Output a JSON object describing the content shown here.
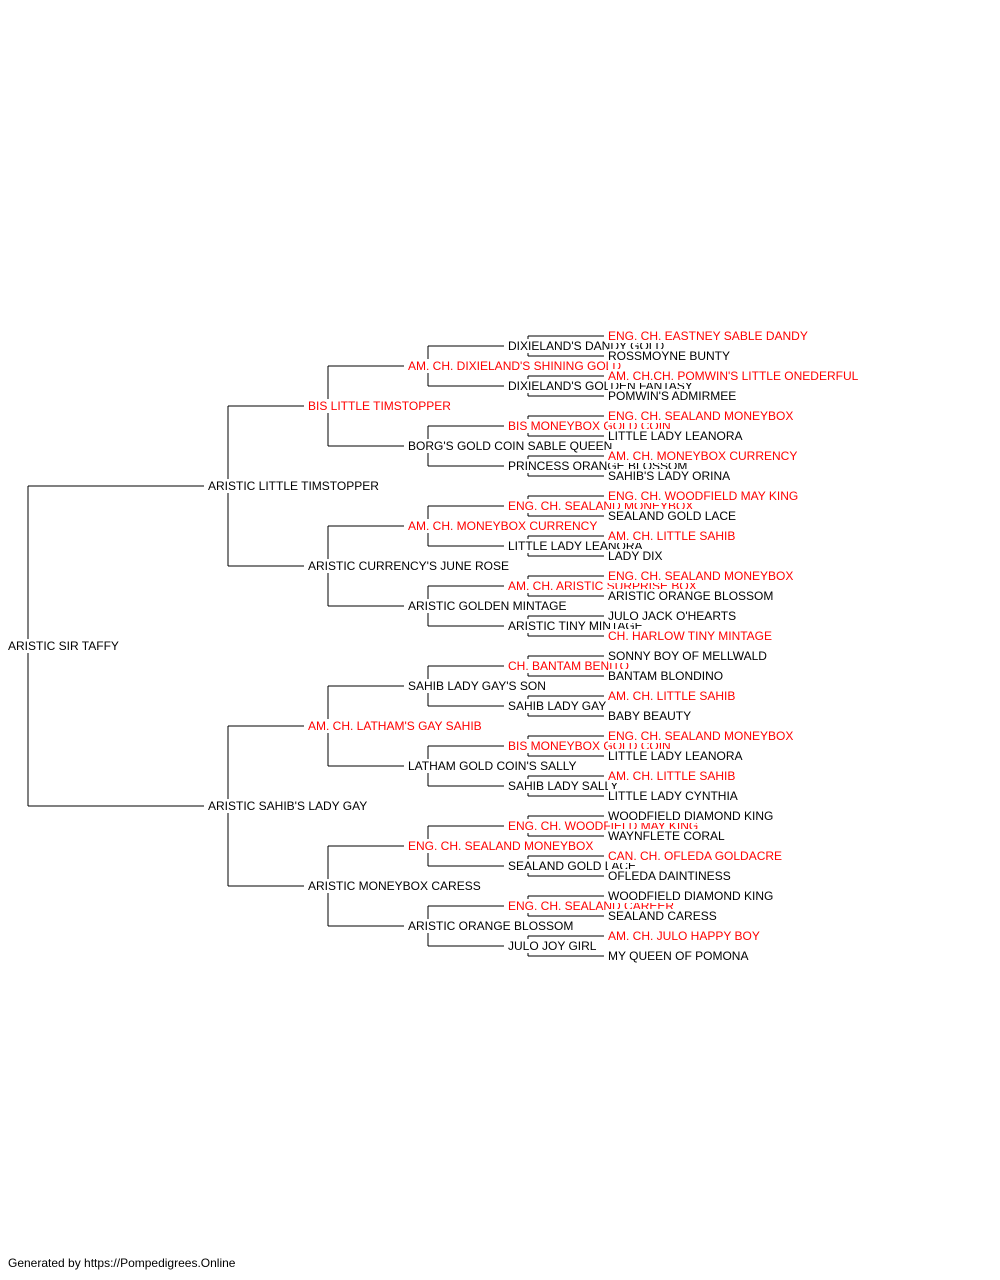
{
  "colors": {
    "champion": "#ff0000",
    "regular": "#000000",
    "line": "#000000"
  },
  "pedigree": {
    "name": "ARISTIC SIR TAFFY",
    "champion": false,
    "sire": {
      "name": "ARISTIC LITTLE TIMSTOPPER",
      "champion": false,
      "sire": {
        "name": "BIS LITTLE TIMSTOPPER",
        "champion": true,
        "sire": {
          "name": "AM. CH. DIXIELAND'S SHINING GOLD",
          "champion": true,
          "sire": {
            "name": "DIXIELAND'S DANDY GOLD",
            "champion": false,
            "sire": {
              "name": "ENG. CH. EASTNEY SABLE DANDY",
              "champion": true
            },
            "dam": {
              "name": "ROSSMOYNE BUNTY",
              "champion": false
            }
          },
          "dam": {
            "name": "DIXIELAND'S GOLDEN FANTASY",
            "champion": false,
            "sire": {
              "name": "AM. CH.CH. POMWIN'S LITTLE ONEDERFUL",
              "champion": true
            },
            "dam": {
              "name": "POMWIN'S ADMIRMEE",
              "champion": false
            }
          }
        },
        "dam": {
          "name": "BORG'S GOLD COIN SABLE QUEEN",
          "champion": false,
          "sire": {
            "name": "BIS MONEYBOX GOLD COIN",
            "champion": true,
            "sire": {
              "name": "ENG. CH. SEALAND MONEYBOX",
              "champion": true
            },
            "dam": {
              "name": "LITTLE LADY LEANORA",
              "champion": false
            }
          },
          "dam": {
            "name": "PRINCESS ORANGE BLOSSOM",
            "champion": false,
            "sire": {
              "name": "AM. CH. MONEYBOX CURRENCY",
              "champion": true
            },
            "dam": {
              "name": "SAHIB'S LADY ORINA",
              "champion": false
            }
          }
        }
      },
      "dam": {
        "name": "ARISTIC CURRENCY'S JUNE ROSE",
        "champion": false,
        "sire": {
          "name": "AM. CH. MONEYBOX CURRENCY",
          "champion": true,
          "sire": {
            "name": "ENG. CH. SEALAND MONEYBOX",
            "champion": true,
            "sire": {
              "name": "ENG. CH. WOODFIELD MAY KING",
              "champion": true
            },
            "dam": {
              "name": "SEALAND GOLD LACE",
              "champion": false
            }
          },
          "dam": {
            "name": "LITTLE LADY LEANORA",
            "champion": false,
            "sire": {
              "name": "AM. CH. LITTLE SAHIB",
              "champion": true
            },
            "dam": {
              "name": "LADY DIX",
              "champion": false
            }
          }
        },
        "dam": {
          "name": "ARISTIC GOLDEN MINTAGE",
          "champion": false,
          "sire": {
            "name": "AM. CH. ARISTIC SURPRISE BOX",
            "champion": true,
            "sire": {
              "name": "ENG. CH. SEALAND MONEYBOX",
              "champion": true
            },
            "dam": {
              "name": "ARISTIC ORANGE BLOSSOM",
              "champion": false
            }
          },
          "dam": {
            "name": "ARISTIC TINY MINTAGE",
            "champion": false,
            "sire": {
              "name": "JULO JACK O'HEARTS",
              "champion": false
            },
            "dam": {
              "name": "CH. HARLOW TINY MINTAGE",
              "champion": true
            }
          }
        }
      }
    },
    "dam": {
      "name": "ARISTIC SAHIB'S LADY GAY",
      "champion": false,
      "sire": {
        "name": "AM. CH. LATHAM'S GAY SAHIB",
        "champion": true,
        "sire": {
          "name": "SAHIB LADY GAY'S SON",
          "champion": false,
          "sire": {
            "name": "CH. BANTAM BENITO",
            "champion": true,
            "sire": {
              "name": "SONNY BOY OF MELLWALD",
              "champion": false
            },
            "dam": {
              "name": "BANTAM BLONDINO",
              "champion": false
            }
          },
          "dam": {
            "name": "SAHIB LADY GAY",
            "champion": false,
            "sire": {
              "name": "AM. CH. LITTLE SAHIB",
              "champion": true
            },
            "dam": {
              "name": "BABY BEAUTY",
              "champion": false
            }
          }
        },
        "dam": {
          "name": "LATHAM GOLD COIN'S SALLY",
          "champion": false,
          "sire": {
            "name": "BIS MONEYBOX GOLD COIN",
            "champion": true,
            "sire": {
              "name": "ENG. CH. SEALAND MONEYBOX",
              "champion": true
            },
            "dam": {
              "name": "LITTLE LADY LEANORA",
              "champion": false
            }
          },
          "dam": {
            "name": "SAHIB LADY SALLY",
            "champion": false,
            "sire": {
              "name": "AM. CH. LITTLE SAHIB",
              "champion": true
            },
            "dam": {
              "name": "LITTLE LADY CYNTHIA",
              "champion": false
            }
          }
        }
      },
      "dam": {
        "name": "ARISTIC MONEYBOX CARESS",
        "champion": false,
        "sire": {
          "name": "ENG. CH. SEALAND MONEYBOX",
          "champion": true,
          "sire": {
            "name": "ENG. CH. WOODFIELD MAY KING",
            "champion": true,
            "sire": {
              "name": "WOODFIELD DIAMOND KING",
              "champion": false
            },
            "dam": {
              "name": "WAYNFLETE CORAL",
              "champion": false
            }
          },
          "dam": {
            "name": "SEALAND GOLD LACE",
            "champion": false,
            "sire": {
              "name": "CAN. CH. OFLEDA GOLDACRE",
              "champion": true
            },
            "dam": {
              "name": "OFLEDA DAINTINESS",
              "champion": false
            }
          }
        },
        "dam": {
          "name": "ARISTIC ORANGE BLOSSOM",
          "champion": false,
          "sire": {
            "name": "ENG. CH. SEALAND CAREER",
            "champion": true,
            "sire": {
              "name": "WOODFIELD DIAMOND KING",
              "champion": false
            },
            "dam": {
              "name": "SEALAND CARESS",
              "champion": false
            }
          },
          "dam": {
            "name": "JULO JOY GIRL",
            "champion": false,
            "sire": {
              "name": "AM. CH. JULO HAPPY BOY",
              "champion": true
            },
            "dam": {
              "name": "MY QUEEN OF POMONA",
              "champion": false
            }
          }
        }
      }
    }
  },
  "footer": "Generated by https://Pompedigrees.Online"
}
